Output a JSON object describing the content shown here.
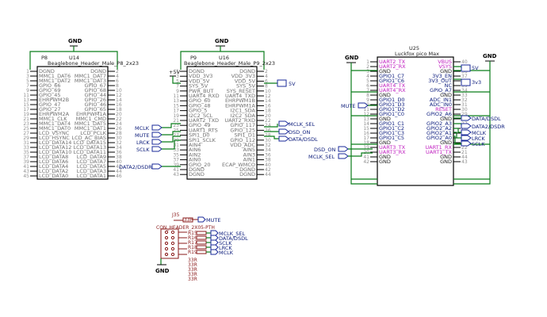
{
  "gnd": "GND",
  "p8": {
    "ref": "U14",
    "name": "P8",
    "value": "Beaglebone_Header_Male_P8_2x23",
    "left": [
      "DGND",
      "MMC1_DAT6",
      "MMC1_DAT2",
      "GPIO_66",
      "GPIO_69",
      "GPIO_45",
      "EHRPWM2B",
      "GPIO_47",
      "GPIO_27",
      "EHRPWM2A",
      "MMC1_CLK",
      "MMC1_DAT4",
      "MMC1_DAT0",
      "LCD_VSYNC",
      "LCD_HSYNC",
      "LCD_DATA14",
      "LCD_DATA12",
      "LCD_DATA10",
      "LCD_DATA8",
      "LCD_DATA6",
      "LCD_DATA4",
      "LCD_DATA2",
      "LCD_DATA0"
    ],
    "right": [
      "DGND",
      "MMC1_DAT7",
      "MMC1_DAT3",
      "GPIO_67",
      "GPIO_68",
      "GPIO_44",
      "GPIO_26",
      "GPIO_46",
      "GPIO_65",
      "EHRPWM1A",
      "MMC1_CMD",
      "MMC1_DAT5",
      "MMC1_DAT1",
      "LCD_PCLK",
      "LCD_AC_BIAS",
      "LCD_DATA15",
      "LCD_DATA13",
      "LCD_DATA11",
      "LCD_DATA9",
      "LCD_DATA7",
      "LCD_DATA5",
      "LCD_DATA3",
      "LCD_DATA1"
    ],
    "nl": [
      "1",
      "3",
      "5",
      "7",
      "9",
      "11",
      "13",
      "15",
      "17",
      "19",
      "21",
      "23",
      "25",
      "27",
      "29",
      "31",
      "33",
      "35",
      "37",
      "39",
      "41",
      "43",
      "45"
    ],
    "nr": [
      "2",
      "4",
      "6",
      "8",
      "10",
      "12",
      "14",
      "16",
      "18",
      "20",
      "22",
      "24",
      "26",
      "28",
      "30",
      "32",
      "34",
      "36",
      "38",
      "40",
      "42",
      "44",
      "46"
    ]
  },
  "p9": {
    "ref": "U16",
    "name": "P9",
    "value": "Beaglebone_Header_Male_P9_2x23",
    "left": [
      "DGND",
      "VDD_3V3",
      "VDD_5V",
      "SYS_5V",
      "PWR_BUT",
      "UART4_RXD",
      "GPIO_60",
      "GPIO_48",
      "GPIO_5",
      "I2C2_SCL",
      "UART2_TXD",
      "GPIO_49",
      "UART1_RTS",
      "SPI1_D0",
      "SPI1_SCLK",
      "AIN4",
      "AIN6",
      "AIN2",
      "AIN0",
      "GPIO_20",
      "DGND",
      "DGND"
    ],
    "right": [
      "DGND",
      "VDD_3V3",
      "VDD_5V",
      "SYS_5V",
      "SYS_RESET",
      "UART4_TXD",
      "EHRPWM1B",
      "EHRPWM1A",
      "I2C1_SDA",
      "I2C2_SDA",
      "UART2_RXD",
      "GPIO_117",
      "GPIO_125",
      "SPI1_D1",
      "GPIO_112",
      "VDD_ADC",
      "AIN5",
      "AIN3",
      "AIN1",
      "ECAP_WMCO",
      "DGND",
      "DGND"
    ],
    "nl": [
      "1",
      "3",
      "5",
      "7",
      "9",
      "11",
      "13",
      "15",
      "17",
      "19",
      "21",
      "23",
      "25",
      "27",
      "29",
      "31",
      "33",
      "35",
      "37",
      "39",
      "41",
      "43"
    ],
    "nr": [
      "2",
      "4",
      "6",
      "8",
      "10",
      "12",
      "14",
      "16",
      "18",
      "20",
      "22",
      "24",
      "26",
      "28",
      "30",
      "32",
      "34",
      "36",
      "38",
      "40",
      "42",
      "44"
    ]
  },
  "pwr_5v_left": "+5V",
  "pwr_5v_right": "5V",
  "p9_nets_left": [
    "MCLK",
    "MUTE",
    "LRCK",
    "SCLK"
  ],
  "p9_net_data2": "DATA2/DSDR",
  "p9_nets_right": [
    "MCLK_SEL",
    "DSD_ON",
    "DATA/DSDL"
  ],
  "u25": {
    "ref": "U25",
    "value": "Luckfox pico Max",
    "left": [
      "UART2_TX",
      "UART2_RX",
      "GND",
      "GPIO1_C7",
      "GPIO1_C6",
      "UART4_TX",
      "UART4_RX",
      "GND",
      "GPIO1_D0",
      "GPIO1_D3",
      "GPIO1_D2",
      "GPIO1_C0",
      "GND",
      "GPIO1_C1",
      "GPIO1_C2",
      "GPIO1_C3",
      "GPIO1_C5",
      "GND",
      "UART3_TX",
      "UART3_RX",
      "GND",
      "GND"
    ],
    "right": [
      "VBUS",
      "VSYS",
      "GND",
      "3V3_EN",
      "3V3_OUT",
      "NC",
      "GPIO_A7",
      "GND",
      "ADC_IN1",
      "ADC_IN0",
      "RESET",
      "GPIO2_A6",
      "GND",
      "GPIO2_A3",
      "GPIO2_A2",
      "GPIO2_A1",
      "GPIO2_A0",
      "GND",
      "UART1_RX",
      "UART1_TX",
      "GND",
      "GND"
    ],
    "nl": [
      "1",
      "2",
      "3",
      "4",
      "5",
      "6",
      "7",
      "8",
      "9",
      "10",
      "11",
      "12",
      "13",
      "14",
      "15",
      "16",
      "17",
      "18",
      "19",
      "20",
      "41",
      "42"
    ],
    "nr": [
      "40",
      "39",
      "38",
      "37",
      "36",
      "35",
      "34",
      "33",
      "32",
      "31",
      "30",
      "29",
      "28",
      "27",
      "26",
      "25",
      "24",
      "23",
      "22",
      "21",
      "44",
      "43"
    ]
  },
  "u25_pwr_5v": "5V",
  "u25_pwr_3v3": "3v3",
  "u25_mute": "MUTE",
  "u25_nets_right": [
    "DATA/DSDL",
    "DATA2/DSDR",
    "MCLK",
    "LRCK",
    "SCLK"
  ],
  "u25_nets_left_bottom": [
    "DSD_ON",
    "MCLK_SEL"
  ],
  "j": {
    "ref": "J35",
    "value": "CON_HEADER_2X05-PTH",
    "r_top": "33R",
    "mute": "MUTE",
    "rrefs": [
      "R15",
      "R16",
      "R17",
      "R18",
      "R19"
    ],
    "rvals": [
      "33R",
      "33R",
      "33R",
      "33R",
      "33R"
    ],
    "nets": [
      "MCLK_SEL",
      "DATA/DSDL",
      "SCLK",
      "LRCK",
      "MCLK"
    ]
  }
}
